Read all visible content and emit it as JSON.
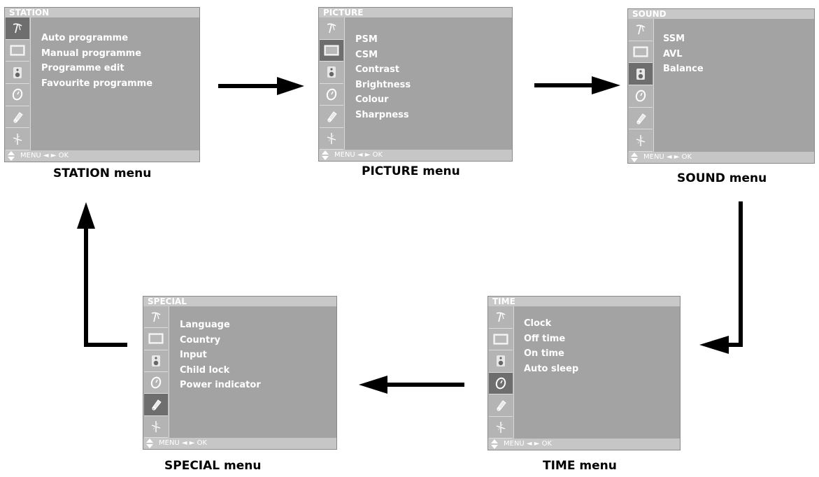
{
  "footer_hint": "MENU ◄ ► OK",
  "menus": {
    "station": {
      "title": "STATION",
      "caption": "STATION menu",
      "items": [
        "Auto programme",
        "Manual programme",
        "Programme edit",
        "Favourite programme"
      ],
      "active_icon": "antenna-icon"
    },
    "picture": {
      "title": "PICTURE",
      "caption": "PICTURE menu",
      "items": [
        "PSM",
        "CSM",
        "Contrast",
        "Brightness",
        "Colour",
        "Sharpness"
      ],
      "active_icon": "picture-icon"
    },
    "sound": {
      "title": "SOUND",
      "caption": "SOUND menu",
      "items": [
        "SSM",
        "AVL",
        "Balance"
      ],
      "active_icon": "speaker-icon"
    },
    "time": {
      "title": "TIME",
      "caption": "TIME menu",
      "items": [
        "Clock",
        "Off time",
        "On time",
        "Auto sleep"
      ],
      "active_icon": "clock-icon"
    },
    "special": {
      "title": "SPECIAL",
      "caption": "SPECIAL menu",
      "items": [
        "Language",
        "Country",
        "Input",
        "Child lock",
        "Power indicator"
      ],
      "active_icon": "tag-icon"
    }
  },
  "icon_sequence": [
    "antenna-icon",
    "picture-icon",
    "speaker-icon",
    "clock-icon",
    "tag-icon",
    "setup-icon"
  ],
  "colors": {
    "menu_bg": "#a3a3a3",
    "title_bar": "#c8c8c8",
    "active_icon_bg": "#6e6e6e",
    "arrow": "#000000"
  }
}
